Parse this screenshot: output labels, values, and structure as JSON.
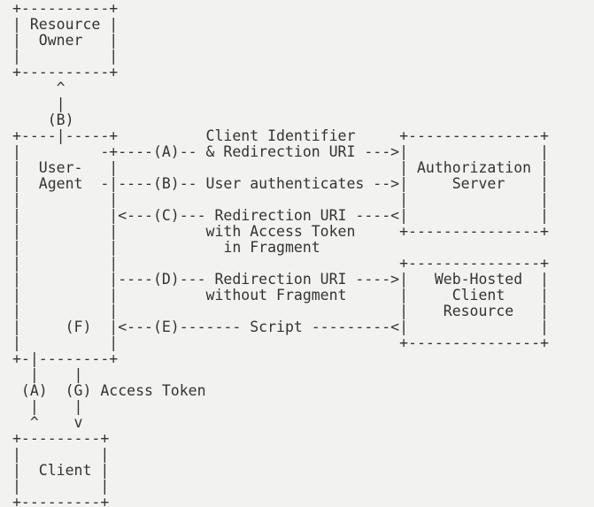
{
  "figure": {
    "lines": [
      "+----------+",
      "| Resource |",
      "|  Owner   |",
      "|          |",
      "+----------+",
      "     ^",
      "     |",
      "    (B)",
      "+----|-----+          Client Identifier     +---------------+",
      "|         -+----(A)-- & Redirection URI --->|               |",
      "|  User-   |                                | Authorization |",
      "|  Agent  -|----(B)-- User authenticates -->|     Server    |",
      "|          |                                |               |",
      "|          |<---(C)--- Redirection URI ----<|               |",
      "|          |          with Access Token     +---------------+",
      "|          |            in Fragment",
      "|          |                                +---------------+",
      "|          |----(D)--- Redirection URI ---->|   Web-Hosted  |",
      "|          |          without Fragment      |     Client    |",
      "|          |                                |    Resource   |",
      "|     (F)  |<---(E)------- Script ---------<|               |",
      "|          |                                +---------------+",
      "+-|--------+",
      "  |    |",
      " (A)  (G) Access Token",
      "  |    |",
      "  ^    v",
      "+---------+",
      "|         |",
      "|  Client |",
      "|         |",
      "+---------+"
    ]
  }
}
